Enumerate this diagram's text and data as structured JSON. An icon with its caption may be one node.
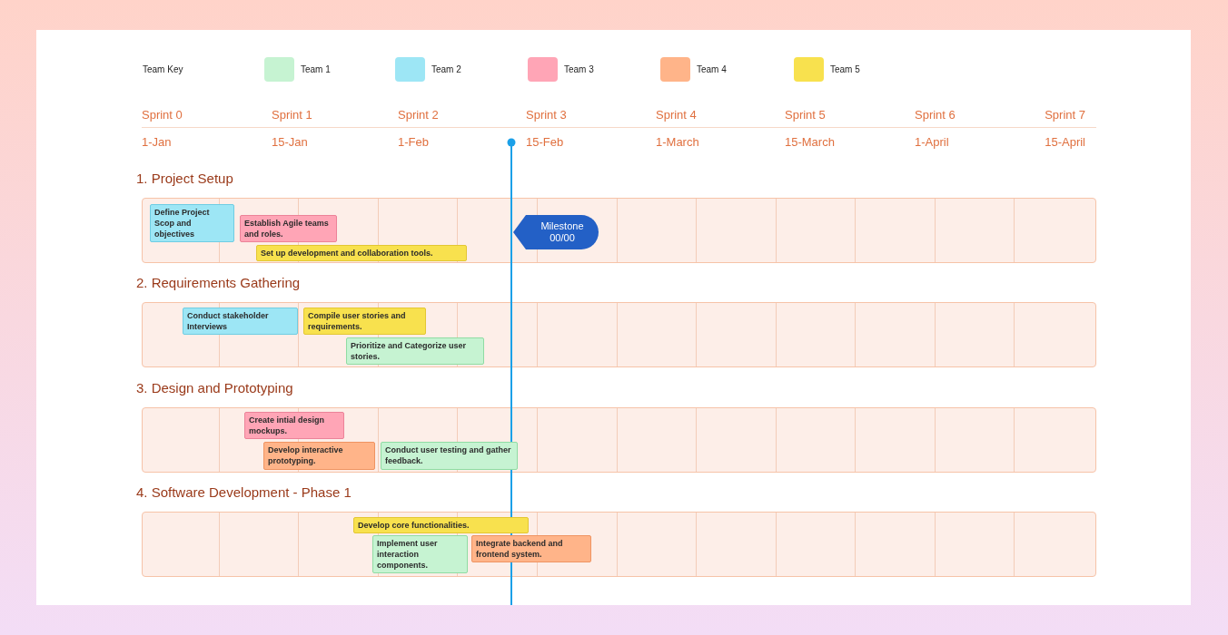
{
  "diagram": {
    "nodes": [
      {
        "text": [
          "1. Project Setup"
        ]
      },
      {
        "text": [
          "Define Project Scop and objectives"
        ],
        "in": 0
      },
      {
        "text": [
          "Establish Agile teams and roles."
        ],
        "in": 0
      },
      {
        "text": [
          "Set up development and collaboration tools."
        ],
        "in": 0
      },
      {
        "text": [
          "Milestone 00/00"
        ],
        "in": 0
      },
      {
        "text": [
          "2. Requirements Gathering"
        ]
      },
      {
        "text": [
          "Conduct stakeholder Interviews"
        ],
        "in": 5
      },
      {
        "text": [
          "Compile user stories and requirements."
        ],
        "in": 5
      },
      {
        "text": [
          "Prioritize and Categorize user stories."
        ],
        "in": 5
      },
      {
        "text": [
          "3. Design and Prototyping"
        ]
      },
      {
        "text": [
          "Create intial design mockups."
        ],
        "in": 9
      },
      {
        "text": [
          "Develop interactive prototyping."
        ],
        "in": 9
      },
      {
        "text": [
          "Conduct user testing and gather feedback."
        ],
        "in": 9
      },
      {
        "text": [
          "4. Software Development - Phase 1"
        ]
      },
      {
        "text": [
          "Develop core functionalities."
        ],
        "in": 13
      },
      {
        "text": [
          "Implement user interaction components."
        ],
        "in": 13
      },
      {
        "text": [
          "Integrate backend and frontend system."
        ],
        "in": 13
      }
    ],
    "edges": [],
    "labels": [
      "Team Key",
      "Sprint 0",
      "Sprint 1",
      "Sprint 2",
      "Sprint 3",
      "Sprint 4",
      "Sprint 5",
      "Sprint 6",
      "Sprint 7",
      "1-Jan",
      "15-Jan",
      "1-Feb",
      "15-Feb",
      "1-March",
      "15-March",
      "1-April",
      "15-April"
    ],
    "legend": [
      {
        "text": "Team 1",
        "color": "#c6f3d2"
      },
      {
        "text": "Team 2",
        "color": "#9de6f5"
      },
      {
        "text": "Team 3",
        "color": "#ffa5b6"
      },
      {
        "text": "Team 4",
        "color": "#ffb489"
      },
      {
        "text": "Team 5",
        "color": "#f8e14e"
      }
    ]
  }
}
